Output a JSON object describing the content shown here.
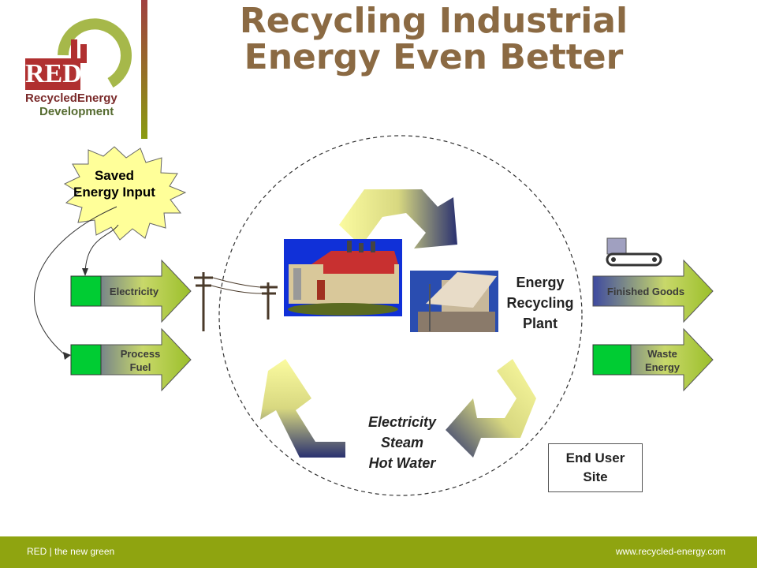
{
  "title_line1": "Recycling Industrial",
  "title_line2": "Energy Even Better",
  "logo": {
    "mark": "RED",
    "line1": "RecycledEnergy",
    "line2": "Development"
  },
  "burst": {
    "line1": "Saved",
    "line2": "Energy Input"
  },
  "inputs": [
    {
      "line1": "Electricity",
      "line2": ""
    },
    {
      "line1": "Process",
      "line2": "Fuel"
    }
  ],
  "outputs": [
    {
      "line1": "Finished Goods",
      "line2": ""
    },
    {
      "line1": "Waste",
      "line2": "Energy"
    }
  ],
  "plant": {
    "line1": "Energy",
    "line2": "Recycling",
    "line3": "Plant"
  },
  "output_energy": {
    "line1": "Electricity",
    "line2": "Steam",
    "line3": "Hot Water"
  },
  "end_user": {
    "line1": "End User",
    "line2": "Site"
  },
  "footer": {
    "left": "RED | the new green",
    "right": "www.recycled-energy.com"
  },
  "colors": {
    "title": "#8b6a43",
    "footer_bar": "#8fa410",
    "arrow_green": "#00cc33",
    "burst": "#ffff99"
  }
}
